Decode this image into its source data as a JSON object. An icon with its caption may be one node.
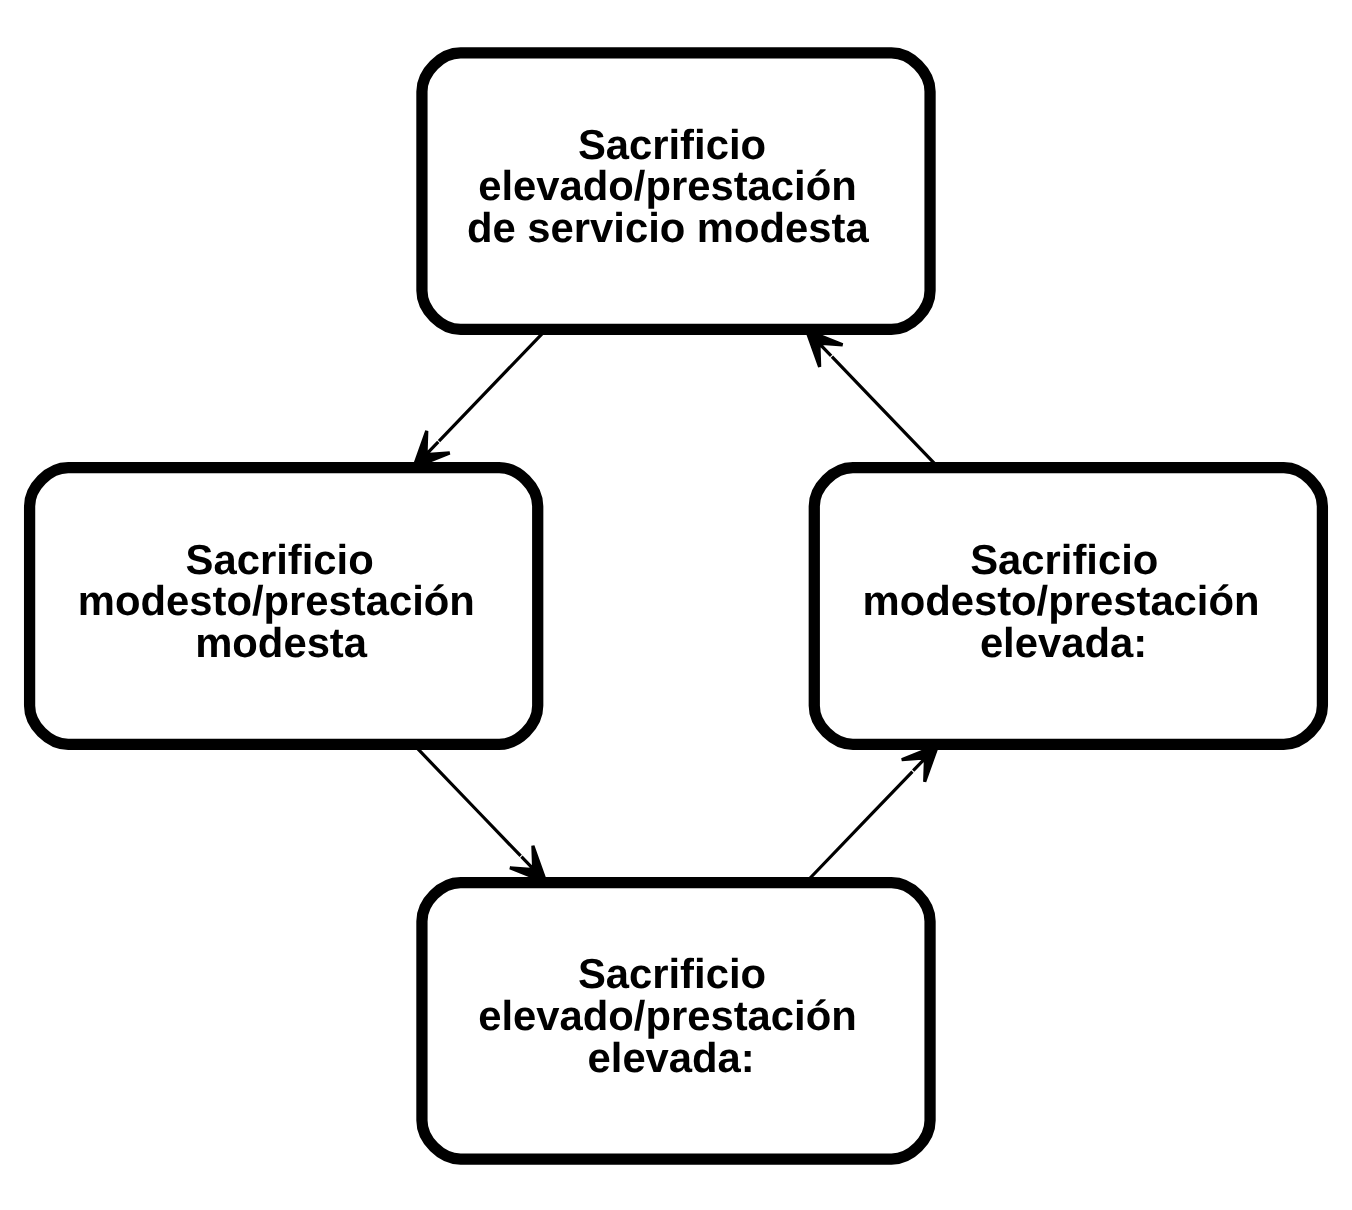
{
  "diagram": {
    "nodes": [
      {
        "text": [
          "Sacrificio elevado/prestación de servicio modesta"
        ]
      },
      {
        "text": [
          "Sacrificio modesto/prestación elevada:"
        ]
      },
      {
        "text": [
          "Sacrificio modesto/prestación modesta"
        ]
      },
      {
        "text": [
          "Sacrificio elevado/prestación elevada:"
        ]
      }
    ],
    "edges": [
      {
        "from": 0,
        "to": 2,
        "arrow": "to"
      },
      {
        "from": 2,
        "to": 3,
        "arrow": "to"
      },
      {
        "from": 3,
        "to": 1,
        "arrow": "to"
      },
      {
        "from": 1,
        "to": 0,
        "arrow": "to"
      }
    ]
  }
}
